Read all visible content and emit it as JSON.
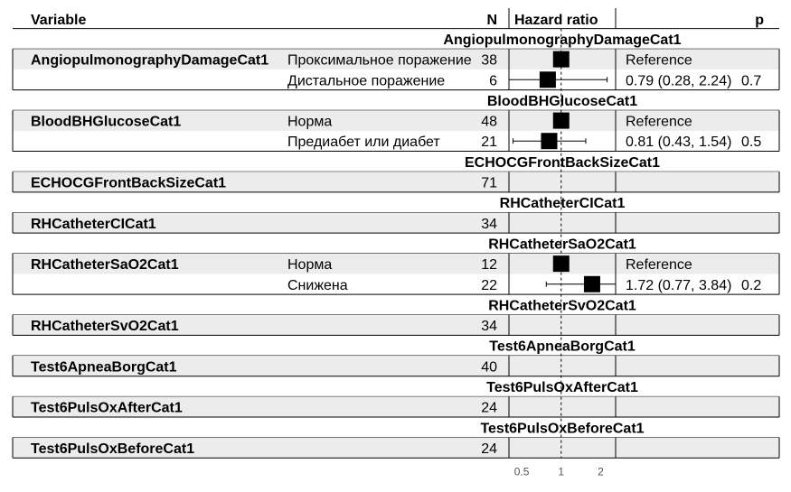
{
  "headers": {
    "variable": "Variable",
    "n": "N",
    "hazard_ratio": "Hazard ratio",
    "p": "p"
  },
  "axis_ticks": [
    "0.5",
    "1",
    "2"
  ],
  "colors": {
    "stripe": "#ececec",
    "line": "#000000",
    "tick_text": "#555555"
  },
  "chart_data": {
    "type": "forest",
    "x_scale": "log",
    "xlim": [
      0.4,
      2.6
    ],
    "reference_line": 1,
    "ticks": [
      0.5,
      1,
      2
    ],
    "groups": [
      {
        "title": "AngiopulmonographyDamageCat1",
        "variable": "AngiopulmonographyDamageCat1",
        "levels": [
          {
            "label": "Проксимальное поражение",
            "n": "38",
            "estimate": 1,
            "ci": null,
            "text": "Reference",
            "p": ""
          },
          {
            "label": "Дистальное поражение",
            "n": "6",
            "estimate": 0.79,
            "ci": [
              0.28,
              2.24
            ],
            "text": "0.79 (0.28, 2.24)",
            "p": "0.7"
          }
        ]
      },
      {
        "title": "BloodBHGlucoseCat1",
        "variable": "BloodBHGlucoseCat1",
        "levels": [
          {
            "label": "Норма",
            "n": "48",
            "estimate": 1,
            "ci": null,
            "text": "Reference",
            "p": ""
          },
          {
            "label": "Предиабет или диабет",
            "n": "21",
            "estimate": 0.81,
            "ci": [
              0.43,
              1.54
            ],
            "text": "0.81 (0.43, 1.54)",
            "p": "0.5"
          }
        ]
      },
      {
        "title": "ECHOCGFrontBackSizeCat1",
        "variable": "ECHOCGFrontBackSizeCat1",
        "levels": [
          {
            "label": "",
            "n": "71",
            "estimate": null,
            "ci": null,
            "text": "",
            "p": ""
          }
        ]
      },
      {
        "title": "RHCatheterCICat1",
        "variable": "RHCatheterCICat1",
        "levels": [
          {
            "label": "",
            "n": "34",
            "estimate": null,
            "ci": null,
            "text": "",
            "p": ""
          }
        ]
      },
      {
        "title": "RHCatheterSaO2Cat1",
        "variable": "RHCatheterSaO2Cat1",
        "levels": [
          {
            "label": "Норма",
            "n": "12",
            "estimate": 1,
            "ci": null,
            "text": "Reference",
            "p": ""
          },
          {
            "label": "Снижена",
            "n": "22",
            "estimate": 1.72,
            "ci": [
              0.77,
              3.84
            ],
            "text": "1.72 (0.77, 3.84)",
            "p": "0.2"
          }
        ]
      },
      {
        "title": "RHCatheterSvO2Cat1",
        "variable": "RHCatheterSvO2Cat1",
        "levels": [
          {
            "label": "",
            "n": "34",
            "estimate": null,
            "ci": null,
            "text": "",
            "p": ""
          }
        ]
      },
      {
        "title": "Test6ApneaBorgCat1",
        "variable": "Test6ApneaBorgCat1",
        "levels": [
          {
            "label": "",
            "n": "40",
            "estimate": null,
            "ci": null,
            "text": "",
            "p": ""
          }
        ]
      },
      {
        "title": "Test6PulsOxAfterCat1",
        "variable": "Test6PulsOxAfterCat1",
        "levels": [
          {
            "label": "",
            "n": "24",
            "estimate": null,
            "ci": null,
            "text": "",
            "p": ""
          }
        ]
      },
      {
        "title": "Test6PulsOxBeforeCat1",
        "variable": "Test6PulsOxBeforeCat1",
        "levels": [
          {
            "label": "",
            "n": "24",
            "estimate": null,
            "ci": null,
            "text": "",
            "p": ""
          }
        ]
      }
    ]
  }
}
